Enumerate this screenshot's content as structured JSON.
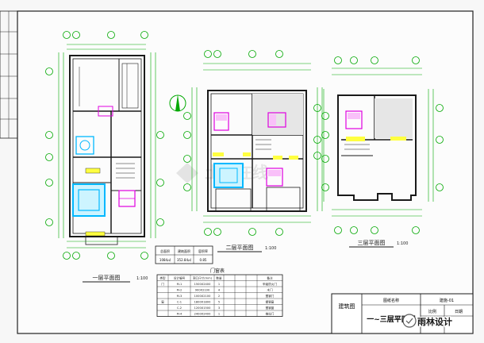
{
  "plans": [
    {
      "title": "一层平面图",
      "scale": "1:100"
    },
    {
      "title": "二层平面图",
      "scale": "1:100"
    },
    {
      "title": "三层平面图",
      "scale": "1:100"
    }
  ],
  "door_table": {
    "title": "门窗表",
    "headers": [
      "类型",
      "设计编号",
      "洞口尺寸(mm)",
      "数量",
      "",
      "",
      "",
      "备注"
    ],
    "rows": [
      [
        "门",
        "M-1",
        "1500X2400",
        "1",
        "",
        "",
        "",
        "甲级防火门"
      ],
      [
        "",
        "M-2",
        "900X2100",
        "4",
        "",
        "",
        "",
        "木门"
      ],
      [
        "",
        "M-3",
        "1000X2100",
        "2",
        "",
        "",
        "",
        "塑钢门"
      ],
      [
        "窗",
        "C-1",
        "1800X1800",
        "5",
        "",
        "",
        "",
        "塑钢窗"
      ],
      [
        "",
        "C-2",
        "1200X1500",
        "3",
        "",
        "",
        "",
        "塑钢窗"
      ],
      [
        "",
        "M-4",
        "2400X2400",
        "1",
        "",
        "",
        "",
        "推拉门"
      ]
    ]
  },
  "area_table": {
    "headers": [
      "总面积",
      "建筑面积",
      "容积率"
    ],
    "row": [
      "1084㎡",
      "352.84㎡",
      "0.85"
    ]
  },
  "title_block": {
    "project_label": "建筑图",
    "drawing_name_label": "图纸名称",
    "drawing_name": "一~三层平面图",
    "number_label": "建施-01",
    "scale_label": "比例",
    "date_label": "日期"
  },
  "watermark": "土木在线",
  "brand": "雨林设计",
  "colors": {
    "wall": "#1a1a1a",
    "axis": "#00a800",
    "dimension": "#00a800",
    "fixture_cyan": "#00b8ff",
    "fixture_magenta": "#e000e0",
    "highlight_yellow": "#ffff40",
    "room_fill": "#e8e8e8"
  }
}
